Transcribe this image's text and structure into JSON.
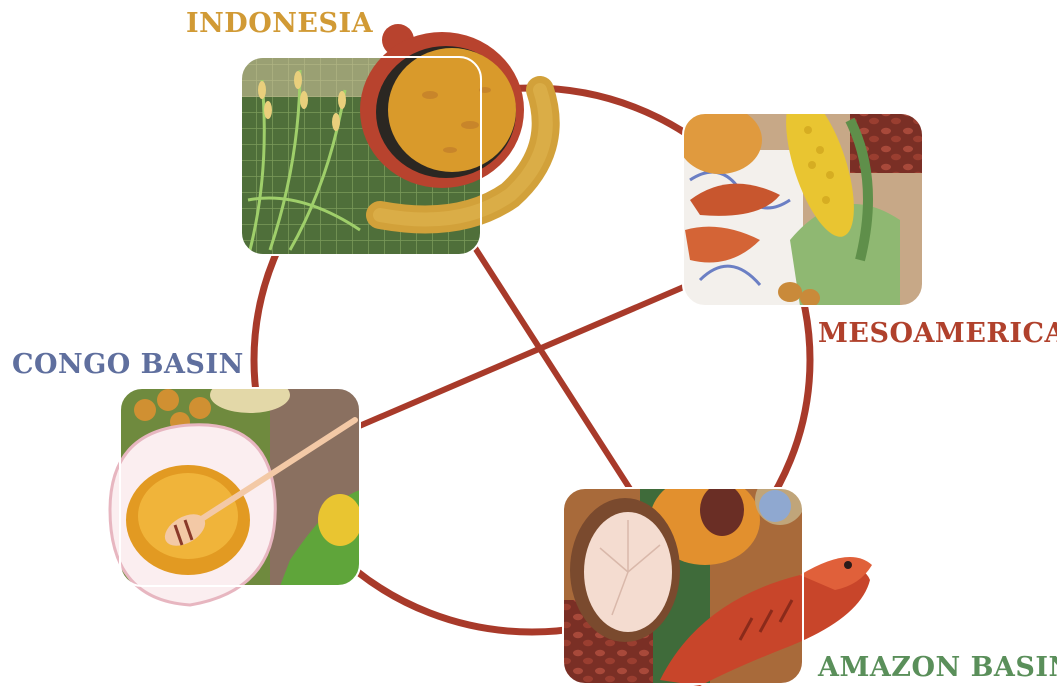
{
  "labels": {
    "indonesia": "INDONESIA",
    "mesoamerica": "MESOAMERICA",
    "congo_basin": "CONGO BASIN",
    "amazon_basin": "AMAZON BASIN"
  },
  "colors": {
    "ring": "#a83a2a",
    "indonesia": "#d19a35",
    "mesoamerica": "#b0412c",
    "congo_basin": "#5f6f9e",
    "amazon_basin": "#5a8f5a"
  },
  "illustrations": {
    "indonesia": [
      "rice-stalks",
      "clay-bowl-of-grain",
      "turmeric-root"
    ],
    "mesoamerica": [
      "corn-cob",
      "sweet-potato",
      "beans",
      "squash"
    ],
    "congo_basin": [
      "bowl-of-honey",
      "honey-dipper",
      "palm-fruit"
    ],
    "amazon_basin": [
      "cassava",
      "papaya",
      "red-fish",
      "beans"
    ]
  }
}
